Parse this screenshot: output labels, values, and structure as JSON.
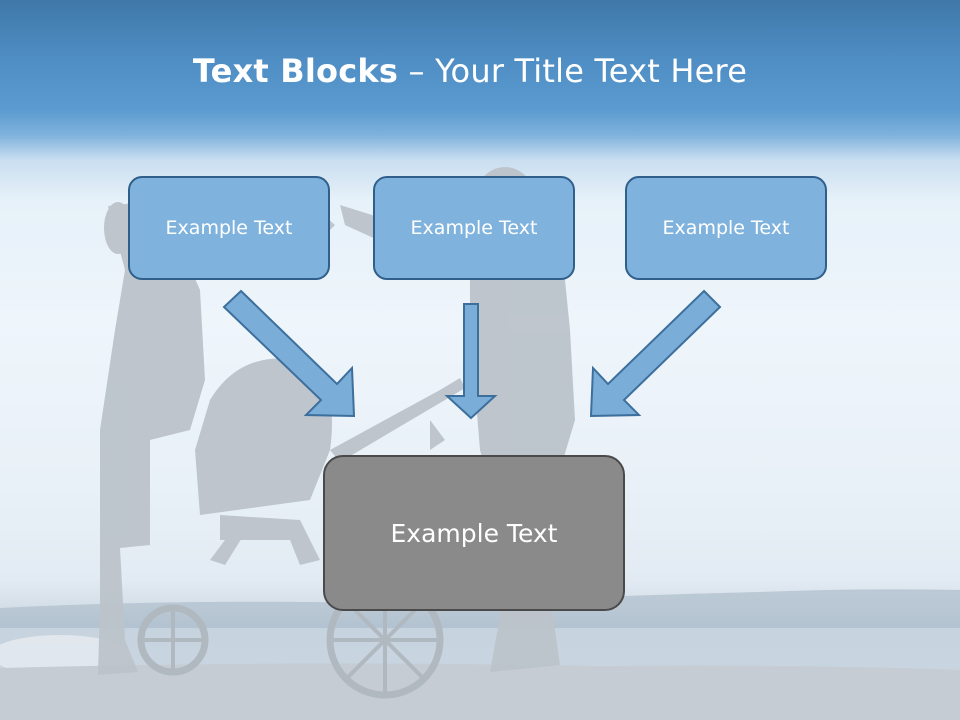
{
  "slide": {
    "title_bold": "Text Blocks",
    "title_dash": " – ",
    "title_rest": "Your Title Text Here"
  },
  "blocks": {
    "top_left": "Example Text",
    "top_center": "Example Text",
    "top_right": "Example Text",
    "bottom": "Example Text"
  },
  "icons": {
    "arrow_left": "diagonal-down-right-arrow",
    "arrow_center": "down-arrow",
    "arrow_right": "diagonal-down-left-arrow"
  },
  "colors": {
    "title_bar": "#4f8ec4",
    "small_block_fill": "#7fb3dd",
    "small_block_border": "#2f5f8a",
    "big_block_fill": "#8a8a8a",
    "big_block_border": "#4a4a4a",
    "arrow_fill": "#7aaed8"
  }
}
